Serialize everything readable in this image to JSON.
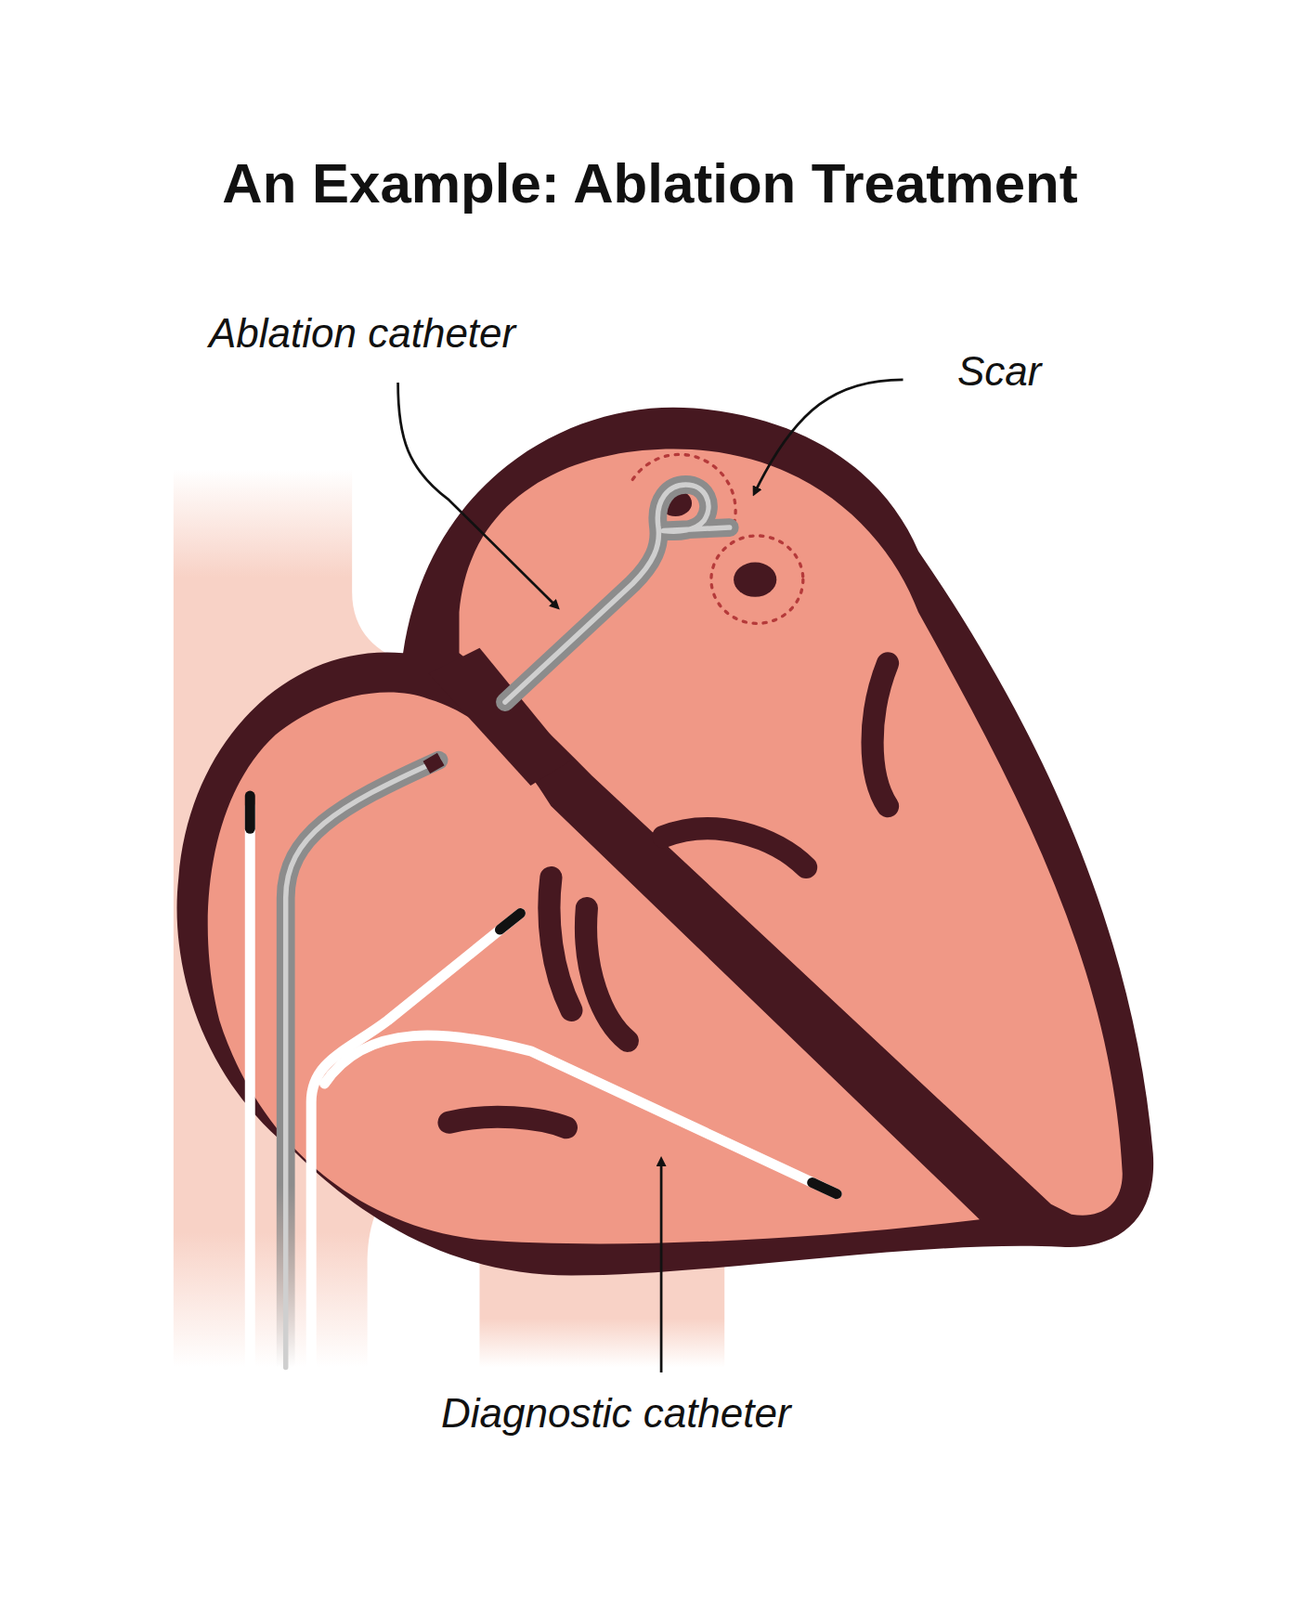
{
  "diagram": {
    "title": "An Example: Ablation Treatment",
    "labels": [
      "Ablation catheter",
      "Scar",
      "Diagnostic catheter"
    ]
  }
}
